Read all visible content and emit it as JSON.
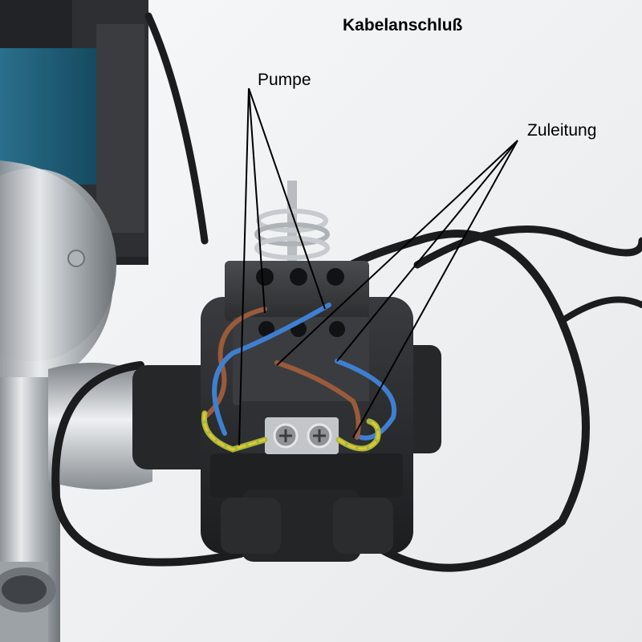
{
  "annotation": {
    "title": "Kabelanschluß",
    "labels": {
      "pump": "Pumpe",
      "supply": "Zuleitung"
    }
  },
  "photo": {
    "description_colors": {
      "background": "#f4f5f6",
      "housing": "#2a2b2d",
      "steel": "#c9ccd0",
      "teal_motor": "#1f5f7a",
      "wire_brown": "#9a5a3c",
      "wire_blue": "#3f7fd1",
      "wire_green_yellow": "#a8b83a",
      "cable": "#1b1c1e"
    }
  }
}
